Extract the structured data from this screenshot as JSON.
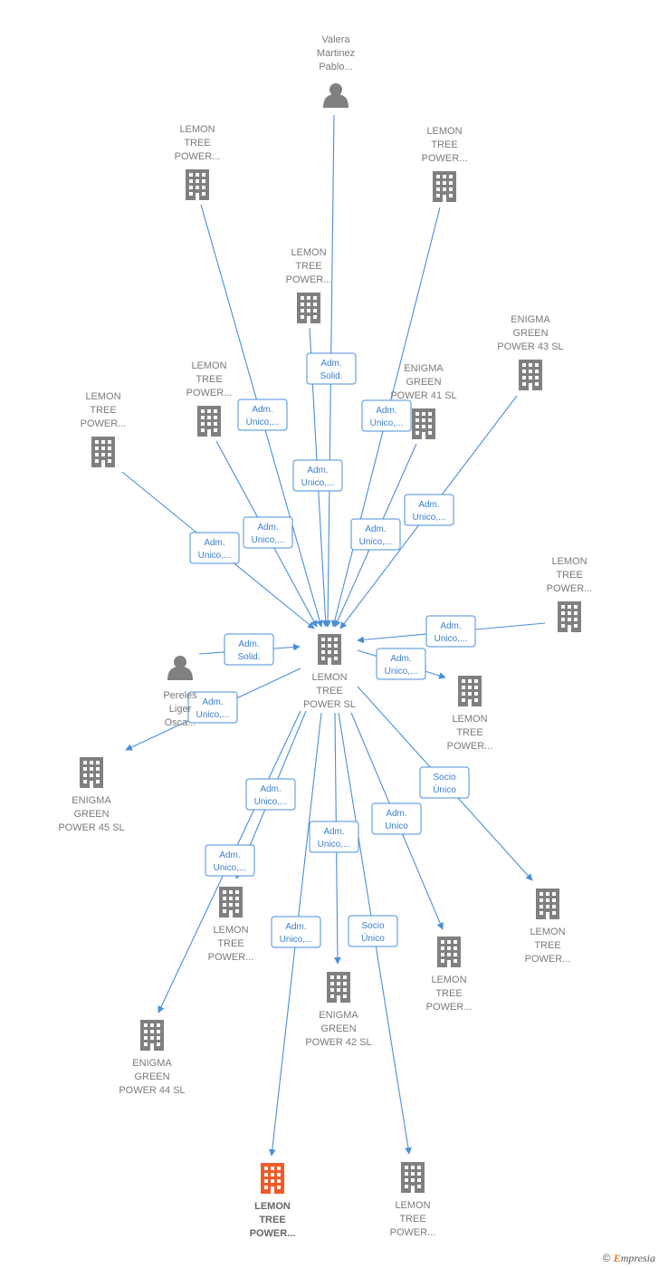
{
  "colors": {
    "edge": "#4a8fd9",
    "node": "#808080",
    "highlight": "#f05a28",
    "label": "#7a7a7a"
  },
  "nodes": [
    {
      "id": "valera",
      "kind": "person",
      "lines": [
        "Valera",
        "Martinez",
        "Pablo..."
      ]
    },
    {
      "id": "ltp_top_left",
      "kind": "company",
      "lines": [
        "LEMON",
        "TREE",
        "POWER..."
      ]
    },
    {
      "id": "ltp_top_right",
      "kind": "company",
      "lines": [
        "LEMON",
        "TREE",
        "POWER..."
      ]
    },
    {
      "id": "ltp_upper_mid",
      "kind": "company",
      "lines": [
        "LEMON",
        "TREE",
        "POWER..."
      ]
    },
    {
      "id": "eg43",
      "kind": "company",
      "lines": [
        "ENIGMA",
        "GREEN",
        "POWER 43  SL"
      ]
    },
    {
      "id": "eg41",
      "kind": "company",
      "lines": [
        "ENIGMA",
        "GREEN",
        "POWER 41  SL"
      ]
    },
    {
      "id": "ltp_mid_left",
      "kind": "company",
      "lines": [
        "LEMON",
        "TREE",
        "POWER..."
      ]
    },
    {
      "id": "ltp_left",
      "kind": "company",
      "lines": [
        "LEMON",
        "TREE",
        "POWER..."
      ]
    },
    {
      "id": "ltp_right",
      "kind": "company",
      "lines": [
        "LEMON",
        "TREE",
        "POWER..."
      ]
    },
    {
      "id": "center",
      "kind": "company",
      "lines": [
        "LEMON",
        "TREE",
        "POWER  SL"
      ]
    },
    {
      "id": "pereles",
      "kind": "person",
      "lines": [
        "Pereles",
        "Liger",
        "Osca..."
      ]
    },
    {
      "id": "ltp_right_mid",
      "kind": "company",
      "lines": [
        "LEMON",
        "TREE",
        "POWER..."
      ]
    },
    {
      "id": "eg45",
      "kind": "company",
      "lines": [
        "ENIGMA",
        "GREEN",
        "POWER 45  SL"
      ]
    },
    {
      "id": "ltp_lower_right",
      "kind": "company",
      "lines": [
        "LEMON",
        "TREE",
        "POWER..."
      ]
    },
    {
      "id": "ltp_lower_left",
      "kind": "company",
      "lines": [
        "LEMON",
        "TREE",
        "POWER..."
      ]
    },
    {
      "id": "ltp_lower_mid_right",
      "kind": "company",
      "lines": [
        "LEMON",
        "TREE",
        "POWER..."
      ]
    },
    {
      "id": "eg42",
      "kind": "company",
      "lines": [
        "ENIGMA",
        "GREEN",
        "POWER 42  SL"
      ]
    },
    {
      "id": "eg44",
      "kind": "company",
      "lines": [
        "ENIGMA",
        "GREEN",
        "POWER 44  SL"
      ]
    },
    {
      "id": "ltp_bottom_highlight",
      "kind": "company",
      "highlight": true,
      "lines": [
        "LEMON",
        "TREE",
        "POWER..."
      ]
    },
    {
      "id": "ltp_bottom_right",
      "kind": "company",
      "lines": [
        "LEMON",
        "TREE",
        "POWER..."
      ]
    }
  ],
  "edges": [
    {
      "id": "e_valera",
      "lines": [
        "Adm.",
        "Solid."
      ]
    },
    {
      "id": "e_top_left",
      "lines": [
        "Adm.",
        "Unico,..."
      ]
    },
    {
      "id": "e_upper_mid",
      "lines": [
        "Adm.",
        "Unico,..."
      ]
    },
    {
      "id": "e_top_right",
      "lines": [
        "Adm.",
        "Unico,..."
      ]
    },
    {
      "id": "e_mid_left",
      "lines": [
        "Adm.",
        "Unico,..."
      ]
    },
    {
      "id": "e_left",
      "lines": [
        "Adm.",
        "Unico,..."
      ]
    },
    {
      "id": "e_eg41",
      "lines": [
        "Adm.",
        "Unico,..."
      ]
    },
    {
      "id": "e_eg43",
      "lines": [
        "Adm.",
        "Unico,..."
      ]
    },
    {
      "id": "e_right",
      "lines": [
        "Adm.",
        "Unico,..."
      ]
    },
    {
      "id": "e_right_mid",
      "lines": [
        "Adm.",
        "Unico,..."
      ]
    },
    {
      "id": "e_pereles",
      "lines": [
        "Adm.",
        "Solid."
      ]
    },
    {
      "id": "e_eg45",
      "lines": [
        "Adm.",
        "Unico,..."
      ]
    },
    {
      "id": "e_lower_right",
      "lines": [
        "Socio",
        "Único"
      ]
    },
    {
      "id": "e_lower_left",
      "lines": [
        "Adm.",
        "Unico,..."
      ]
    },
    {
      "id": "e_eg44",
      "lines": [
        "Adm.",
        "Unico,..."
      ]
    },
    {
      "id": "e_eg42",
      "lines": [
        "Adm.",
        "Unico,..."
      ]
    },
    {
      "id": "e_lower_mid_right",
      "lines": [
        "Adm.",
        "Unico"
      ]
    },
    {
      "id": "e_bottom_highlight",
      "lines": [
        "Adm.",
        "Unico,..."
      ]
    },
    {
      "id": "e_bottom_right",
      "lines": [
        "Socio",
        "Único"
      ]
    }
  ],
  "footer": {
    "copyright": "©",
    "brand_initial": "E",
    "brand_rest": "mpresia"
  }
}
